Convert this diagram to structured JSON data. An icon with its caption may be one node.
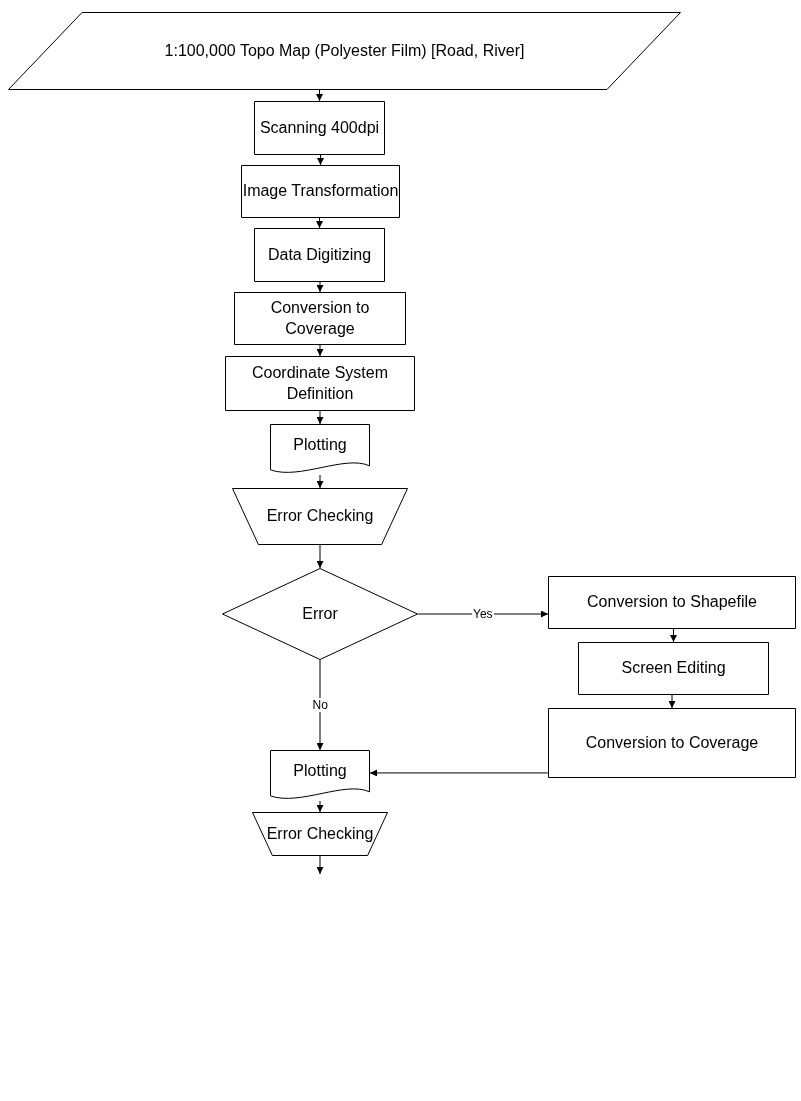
{
  "diagram": {
    "nodes": [
      {
        "text": [
          "1:100,000 Topo Map (Polyester Film) [Road, River]"
        ]
      },
      {
        "text": [
          "Scanning 400dpi"
        ]
      },
      {
        "text": [
          "Image Transformation"
        ]
      },
      {
        "text": [
          "Data Digitizing"
        ]
      },
      {
        "text": [
          "Conversion to Coverage"
        ]
      },
      {
        "text": [
          "Coordinate System Definition"
        ]
      },
      {
        "text": [
          "Plotting"
        ]
      },
      {
        "text": [
          "Error Checking"
        ]
      },
      {
        "text": [
          "Error"
        ]
      },
      {
        "text": [
          "Conversion to Shapefile"
        ]
      },
      {
        "text": [
          "Screen Editing"
        ]
      },
      {
        "text": [
          "Conversion to Coverage"
        ]
      },
      {
        "text": [
          "Plotting"
        ]
      },
      {
        "text": [
          "Error Checking"
        ]
      }
    ],
    "edges": [
      {
        "from": 0,
        "to": 1,
        "arrow": "to"
      },
      {
        "from": 1,
        "to": 2,
        "arrow": "to"
      },
      {
        "from": 2,
        "to": 3,
        "arrow": "to"
      },
      {
        "from": 3,
        "to": 4,
        "arrow": "to"
      },
      {
        "from": 4,
        "to": 5,
        "arrow": "to"
      },
      {
        "from": 5,
        "to": 6,
        "arrow": "to"
      },
      {
        "from": 6,
        "to": 7,
        "arrow": "to"
      },
      {
        "from": 7,
        "to": 8,
        "arrow": "to"
      },
      {
        "from": 8,
        "to": 9,
        "arrow": "to",
        "label": "Yes"
      },
      {
        "from": 9,
        "to": 10,
        "arrow": "to"
      },
      {
        "from": 10,
        "to": 11,
        "arrow": "to"
      },
      {
        "from": 11,
        "to": 12,
        "arrow": "to"
      },
      {
        "from": 8,
        "to": 12,
        "arrow": "to",
        "label": "No"
      },
      {
        "from": 12,
        "to": 13,
        "arrow": "to"
      },
      {
        "from": 13,
        "to": null,
        "arrow": "to"
      }
    ]
  }
}
